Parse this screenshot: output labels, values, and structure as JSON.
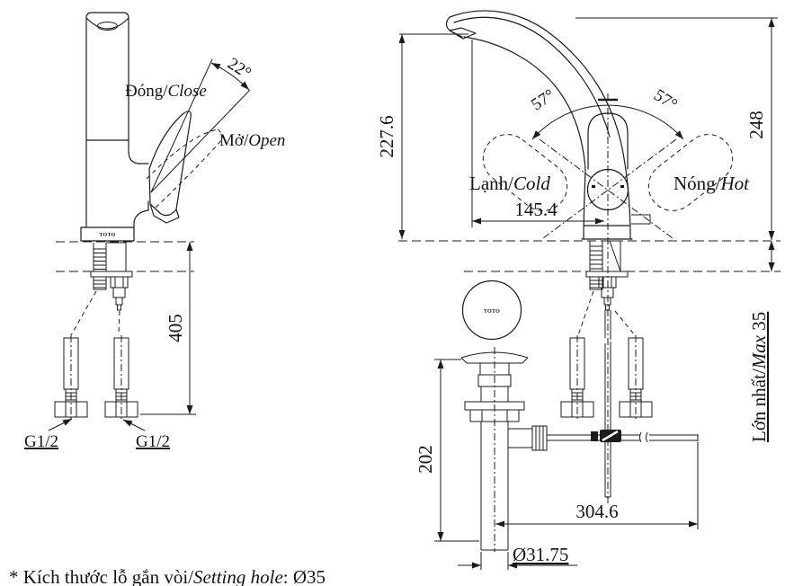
{
  "drawing": {
    "brand": "TOTO",
    "footnote": {
      "vi": "* Kích thước lỗ gắn vòi/",
      "en": "Setting hole",
      "value": ": Ø35"
    },
    "left_view": {
      "close_vi": "Đóng/",
      "close_en": "Close",
      "open_vi": "Mở/",
      "open_en": "Open",
      "handle_angle": "22°",
      "height_below_counter": "405",
      "thread_left": "G1/2",
      "thread_right": "G1/2"
    },
    "right_view": {
      "cold_vi": "Lạnh/",
      "cold_en": "Cold",
      "hot_vi": "Nóng/",
      "hot_en": "Hot",
      "spout_height": "227.6",
      "total_height": "248",
      "spout_reach": "145.4",
      "swing_left": "57°",
      "swing_right": "57°",
      "counter_max_vi": "Lớn nhất/",
      "counter_max_en": "Max",
      "counter_max_value": " 35",
      "drain_height": "202",
      "rod_reach": "304.6",
      "drain_diameter": "Ø31.75"
    }
  }
}
